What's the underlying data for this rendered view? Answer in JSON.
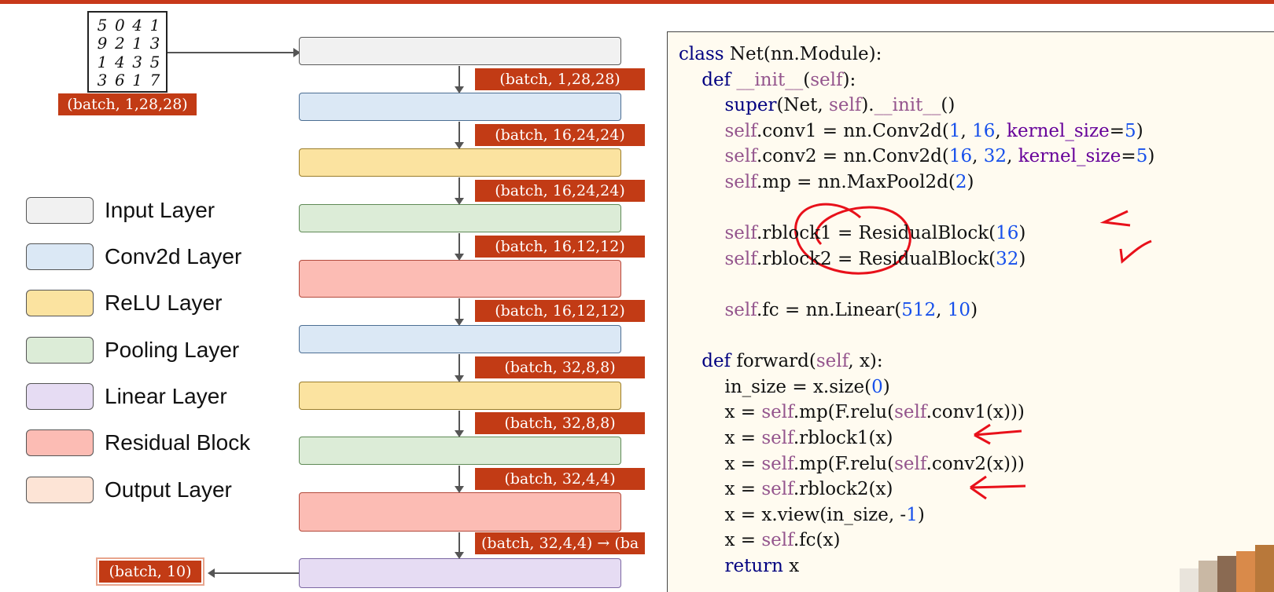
{
  "input_image": {
    "digit_rows": [
      [
        "5",
        "0",
        "4",
        "1"
      ],
      [
        "9",
        "2",
        "1",
        "3"
      ],
      [
        "1",
        "4",
        "3",
        "5"
      ],
      [
        "3",
        "6",
        "1",
        "7"
      ]
    ]
  },
  "input_shape": "(batch, 1,28,28)",
  "output_shape": "(batch, 10)",
  "dimension_labels": [
    "(batch, 1,28,28)",
    "(batch, 16,24,24)",
    "(batch, 16,24,24)",
    "(batch, 16,12,12)",
    "(batch, 16,12,12)",
    "(batch, 32,8,8)",
    "(batch, 32,8,8)",
    "(batch, 32,4,4)",
    "(batch, 32,4,4) → (ba"
  ],
  "layers": [
    "input",
    "conv",
    "relu",
    "pool",
    "residual",
    "conv",
    "relu",
    "pool",
    "residual",
    "linear"
  ],
  "legend": [
    {
      "label": "Input Layer",
      "color": "#f1f1f1"
    },
    {
      "label": "Conv2d Layer",
      "color": "#dbe8f5"
    },
    {
      "label": "ReLU Layer",
      "color": "#fbe3a0"
    },
    {
      "label": "Pooling Layer",
      "color": "#dcecd7"
    },
    {
      "label": "Linear Layer",
      "color": "#e6dcf3"
    },
    {
      "label": "Residual Block",
      "color": "#fcbcb4"
    },
    {
      "label": "Output Layer",
      "color": "#fde4d6"
    }
  ],
  "code_lines": [
    "class Net(nn.Module):",
    "    def __init__(self):",
    "        super(Net, self).__init__()",
    "        self.conv1 = nn.Conv2d(1, 16, kernel_size=5)",
    "        self.conv2 = nn.Conv2d(16, 32, kernel_size=5)",
    "        self.mp = nn.MaxPool2d(2)",
    "",
    "        self.rblock1 = ResidualBlock(16)",
    "        self.rblock2 = ResidualBlock(32)",
    "",
    "        self.fc = nn.Linear(512, 10)",
    "",
    "    def forward(self, x):",
    "        in_size = x.size(0)",
    "        x = self.mp(F.relu(self.conv1(x)))",
    "        x = self.rblock1(x)",
    "        x = self.mp(F.relu(self.conv2(x)))",
    "        x = self.rblock2(x)",
    "        x = x.view(in_size, -1)",
    "        x = self.fc(x)",
    "        return x"
  ],
  "colors": {
    "accent_bar": "#c8381a",
    "label_bg": "#c23b15",
    "annotation": "#e8101a",
    "code_bg": "#fffbf0"
  }
}
